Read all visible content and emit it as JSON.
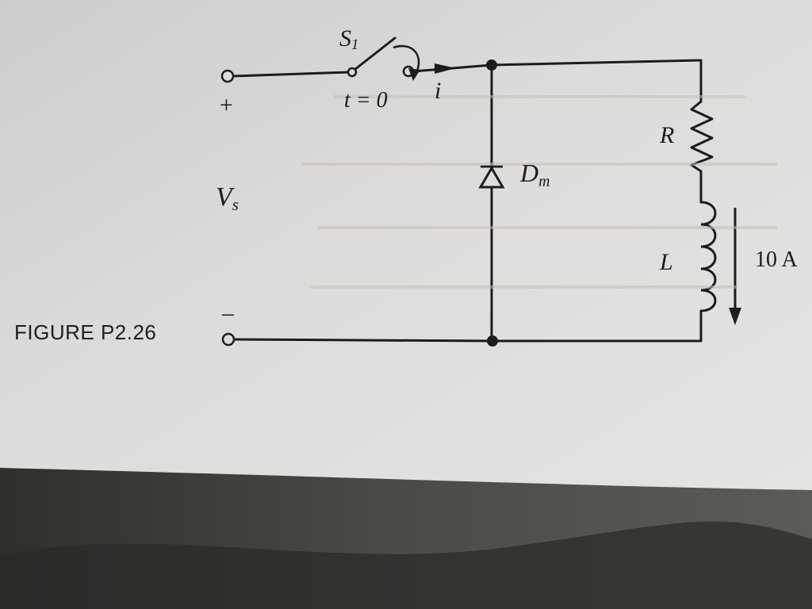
{
  "figure": {
    "caption": "FIGURE P2.26",
    "labels": {
      "switch_main": "S",
      "switch_sub": "1",
      "switch_time": "t = 0",
      "current": "i",
      "plus": "+",
      "minus": "–",
      "source_main": "V",
      "source_sub": "s",
      "diode_main": "D",
      "diode_sub": "m",
      "resistor": "R",
      "inductor": "L",
      "load_current": "10 A"
    }
  },
  "colors": {
    "paper": "#dcdad8",
    "ink": "#1c1c1e",
    "background": "#3c3e3a"
  }
}
